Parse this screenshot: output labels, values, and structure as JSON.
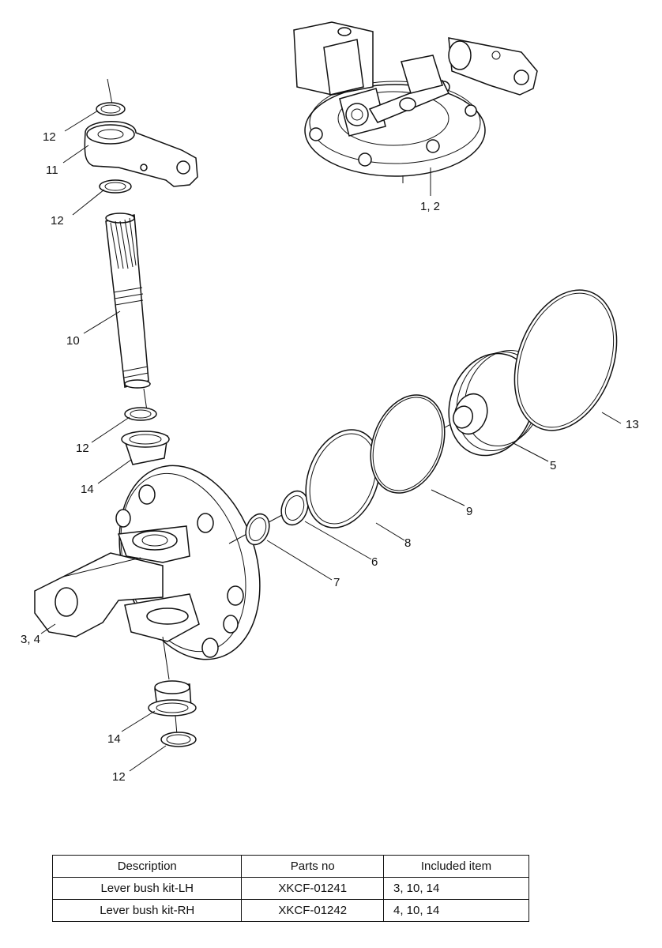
{
  "callouts": {
    "c12a": "12",
    "c11": "11",
    "c12b": "12",
    "c10": "10",
    "c12c": "12",
    "c14a": "14",
    "c34": "3, 4",
    "c14b": "14",
    "c12d": "12",
    "c12": "1, 2",
    "c13": "13",
    "c5": "5",
    "c9": "9",
    "c8": "8",
    "c6": "6",
    "c7": "7"
  },
  "table": {
    "headers": [
      "Description",
      "Parts no",
      "Included item"
    ],
    "rows": [
      {
        "description": "Lever bush kit-LH",
        "parts_no": "XKCF-01241",
        "included": "3, 10, 14"
      },
      {
        "description": "Lever bush kit-RH",
        "parts_no": "XKCF-01242",
        "included": "4, 10, 14"
      }
    ]
  }
}
